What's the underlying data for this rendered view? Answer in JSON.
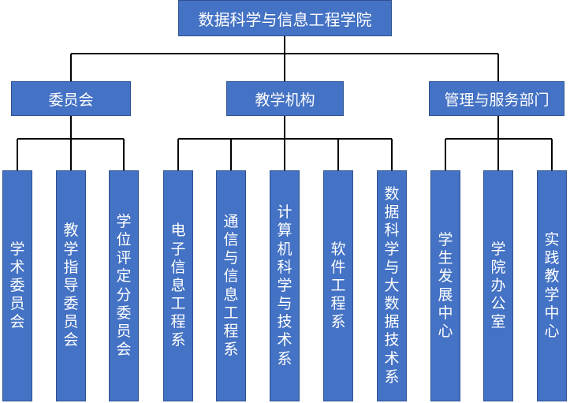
{
  "root": {
    "label": "数据科学与信息工程学院"
  },
  "branches": [
    {
      "label": "委员会",
      "units": [
        "学术委员会",
        "教学指导委员会",
        "学位评定分委员会"
      ]
    },
    {
      "label": "教学机构",
      "units": [
        "电子信息工程系",
        "通信与信息工程系",
        "计算机科学与技术系",
        "软件工程系",
        "数据科学与大数据技术系"
      ]
    },
    {
      "label": "管理与服务部门",
      "units": [
        "学生发展中心",
        "学院办公室",
        "实践教学中心"
      ]
    }
  ],
  "colors": {
    "box_fill": "#4472C4",
    "box_border": "#2F528F",
    "line": "#000000",
    "text": "#FFFFFF"
  }
}
